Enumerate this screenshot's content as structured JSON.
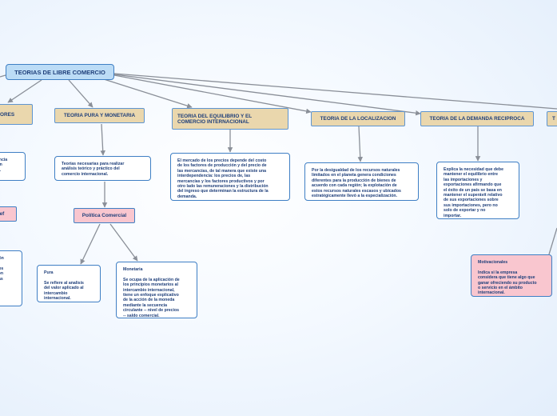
{
  "nodes": {
    "root": {
      "text": "TEORIAS DE LIBRE COMERCIO"
    },
    "factores": {
      "text": "ACTORES"
    },
    "factores_note": {
      "text": "ortancia\nga un\npital."
    },
    "leontief": {
      "text": "tief"
    },
    "leontief_note": {
      "text": "orción\nra\nbados\nis con\na mas\n\npais\n"
    },
    "pura_monetaria": {
      "text": "TEORIA PURA Y MONETARIA"
    },
    "pura_monetaria_note": {
      "text": "Teorías necesarias para realizar\nanálisis teórico y práctico del\ncomercio internacional."
    },
    "politica_comercial": {
      "text": "Política Comercial"
    },
    "pura": {
      "text": "Pura\n\nSe refiere al analisis\ndel valor aplicado al\nintercambio\ninternacional."
    },
    "monetaria": {
      "text": "Monetaria\n\nSe ocupa de la aplicación de\nlos principios monetarios al\nintercambio internacional,\ntiene un enfoque explicativo\nde la acción de la moneda\nmediante la secuencia\ncirculante -- nivel de precios\n-- saldo comercial."
    },
    "equilibrio": {
      "text": "TEORIA DEL EQUILIBRIO Y EL\nCOMERCIO INTERNACIONAL"
    },
    "equilibrio_note": {
      "text": "El mercado de los precios depende del costo\nde los factores de producción y del precio de\nlas mercancías, de tal manera que existe una\ninterdependencia: los precios de, las\nmercancías y los factores productivos y por\notro lado las remuneraciones y la distribución\ndel ingreso que determinan la estructura de la\ndemanda."
    },
    "localizacion": {
      "text": "TEORIA DE LA LOCALIZACION"
    },
    "localizacion_note": {
      "text": "Por la desigualdad de los recursos naturales\nlimitados en el planeta genera condiciones\ndiferentes para la producción de bienes de\nacuerdo con cada región; la explotación de\nestos recursos naturales escasos y ubicados\nestratégicamente llevó a la especialización."
    },
    "demanda": {
      "text": "TEORIA DE LA DEMANDA RECIPROCA"
    },
    "demanda_note": {
      "text": "Explica la necesidad que debe\nmantener el equilibrio entre\nlas importaciones y\nexportaciones afirmando que\nel éxito de un país se basa en\nmantener el superávit relativo\nde sus exportaciones sobre\nsus importaciones, pero no\nsolo de exportar y no\nimportar."
    },
    "t_cut": {
      "text": "T"
    },
    "motivacionales": {
      "text": "Motivacionales\n\nIndica si la empresa\nconsidera que tiene algo que\nganar ofreciendo su producto\no servicio en el ámbito\ninternacional."
    }
  }
}
